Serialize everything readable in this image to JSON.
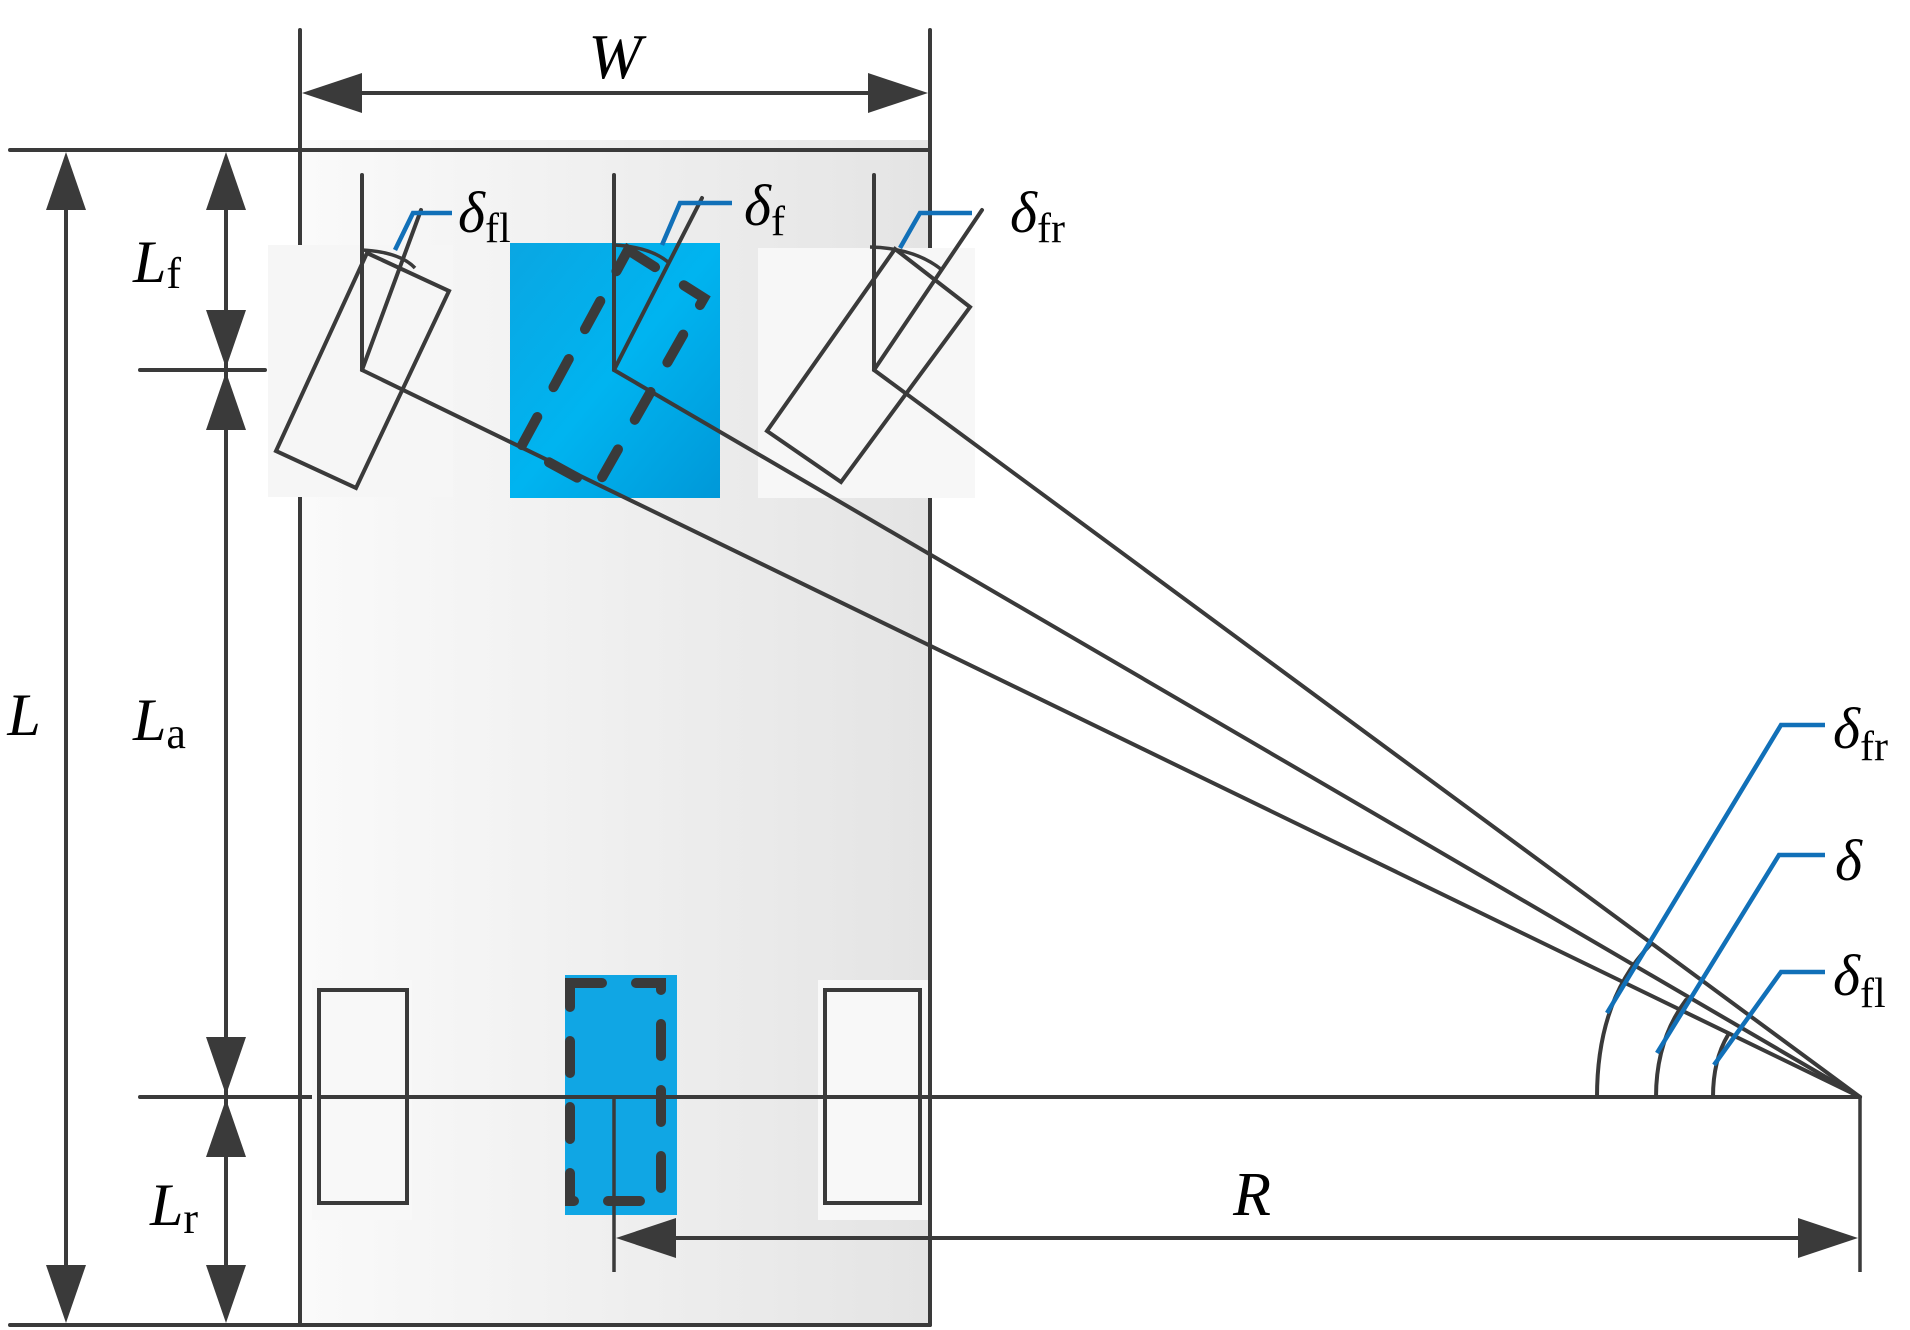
{
  "diagram": {
    "title": "Vehicle steering geometry (Ackermann) top view",
    "colors": {
      "line": "#3a3a3a",
      "leader": "#1170b8",
      "highlight_wheel": "#00a8e6",
      "body_fill": "#ededed"
    },
    "dimensions": {
      "width": {
        "symbol": "W",
        "sub": ""
      },
      "length": {
        "symbol": "L",
        "sub": ""
      },
      "front_overhang": {
        "symbol": "L",
        "sub": "f"
      },
      "wheelbase": {
        "symbol": "L",
        "sub": "a"
      },
      "rear_overhang": {
        "symbol": "L",
        "sub": "r"
      },
      "turning_radius": {
        "symbol": "R",
        "sub": ""
      }
    },
    "wheel_angles": {
      "front_left": {
        "symbol": "δ",
        "sub": "fl"
      },
      "front_center": {
        "symbol": "δ",
        "sub": "f"
      },
      "front_right": {
        "symbol": "δ",
        "sub": "fr"
      }
    },
    "center_angles": {
      "right": {
        "symbol": "δ",
        "sub": "fr"
      },
      "middle": {
        "symbol": "δ",
        "sub": ""
      },
      "left": {
        "symbol": "δ",
        "sub": "fl"
      }
    }
  }
}
